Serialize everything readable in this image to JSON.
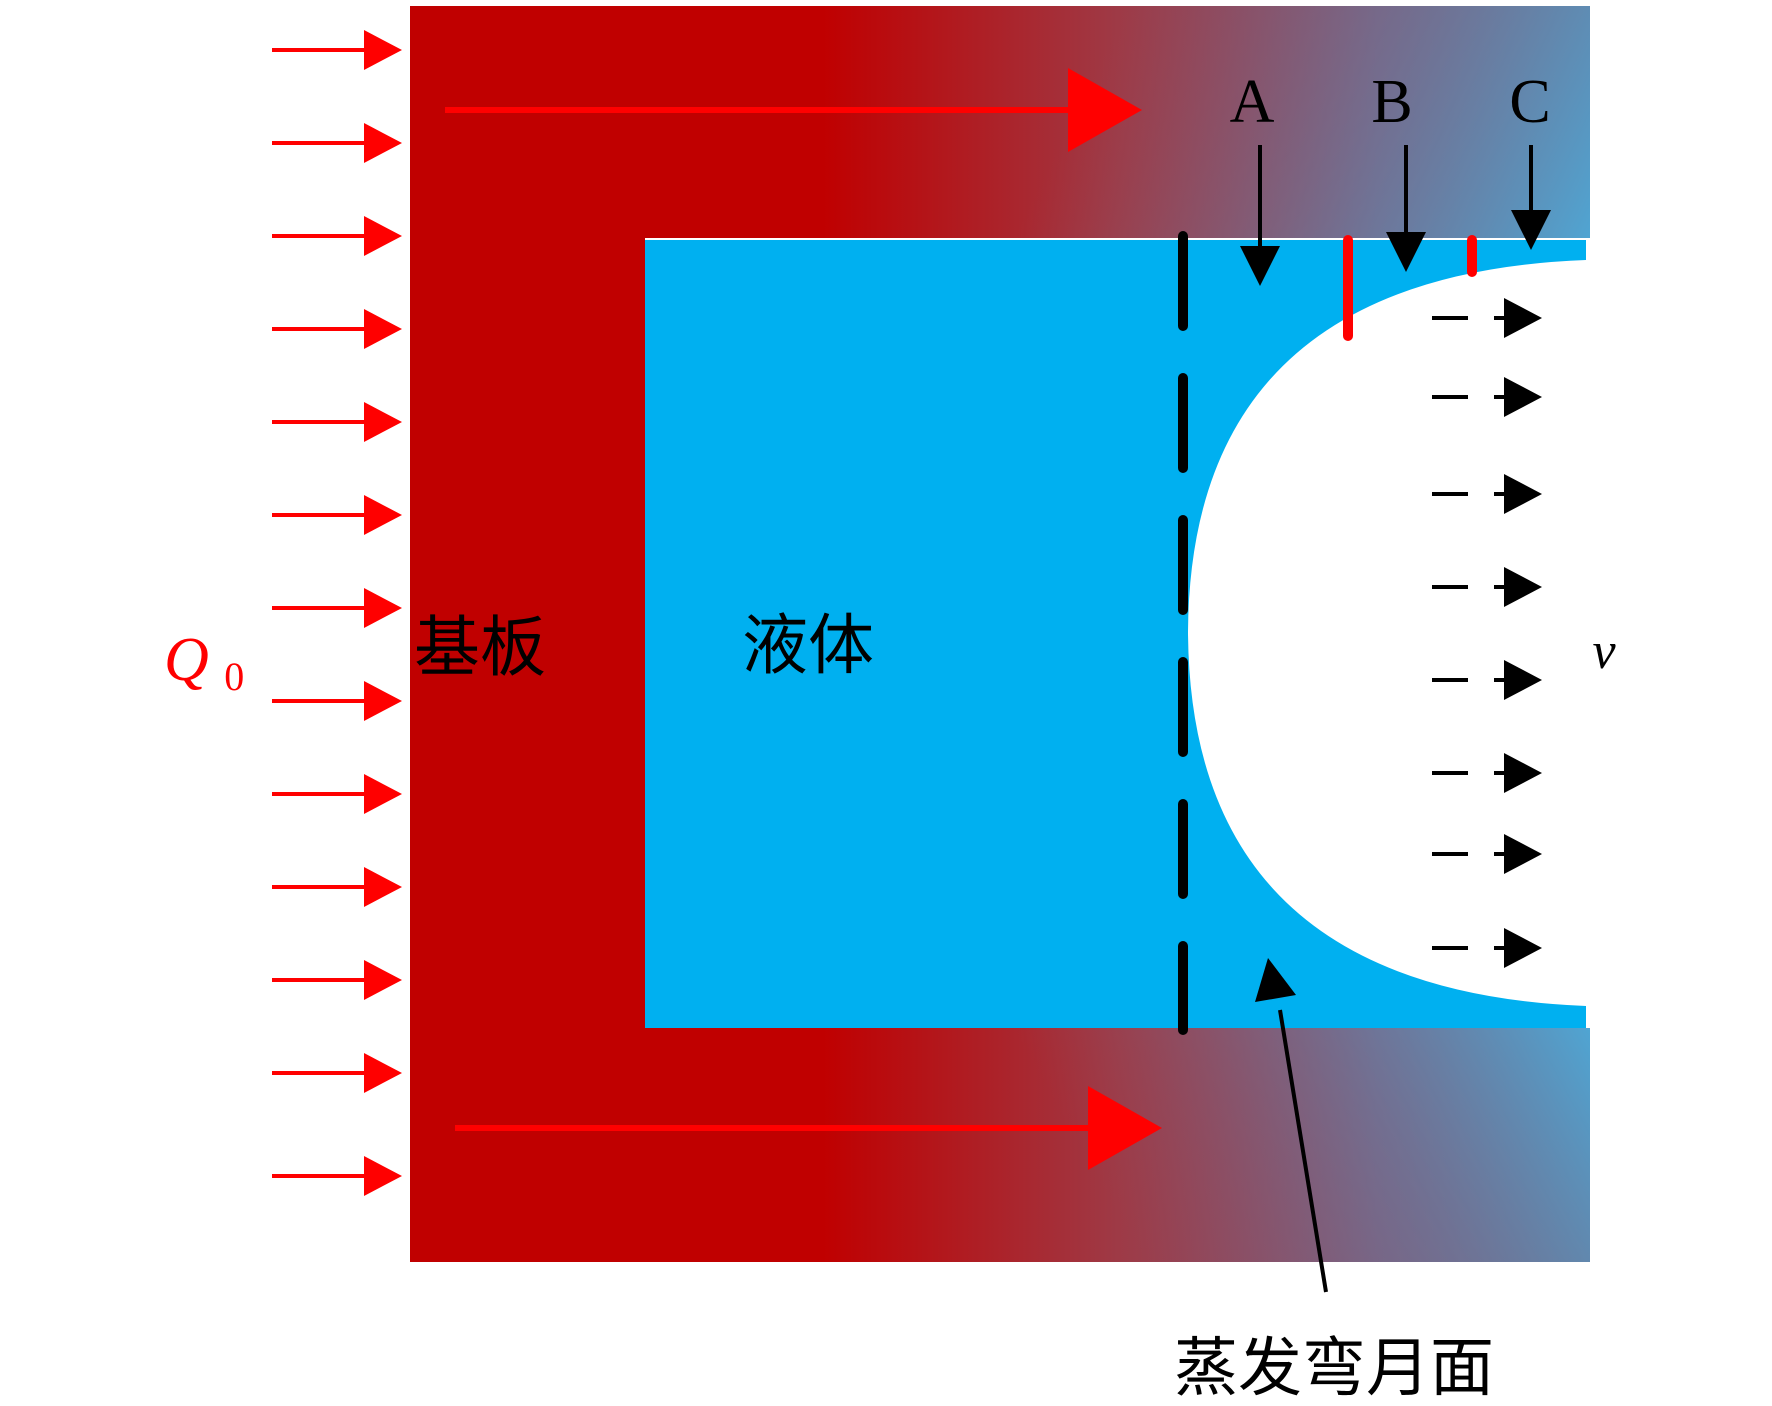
{
  "labels": {
    "heat_flux_symbol": "Q",
    "heat_flux_subscript": "0",
    "substrate": "基板",
    "liquid": "液体",
    "velocity": "v",
    "meniscus": "蒸发弯月面",
    "point_a": "A",
    "point_b": "B",
    "point_c": "C"
  },
  "colors": {
    "substrate_hot": "#c00000",
    "substrate_cool": "#4fa6d4",
    "liquid": "#00b0f0",
    "heat_arrow": "#ff0000",
    "ink": "#000000"
  },
  "icons": {
    "heat_input": "arrow-right-icon",
    "conduction": "arrow-right-icon",
    "vapor_flow": "arrow-right-icon",
    "location_marker": "arrow-down-icon"
  }
}
